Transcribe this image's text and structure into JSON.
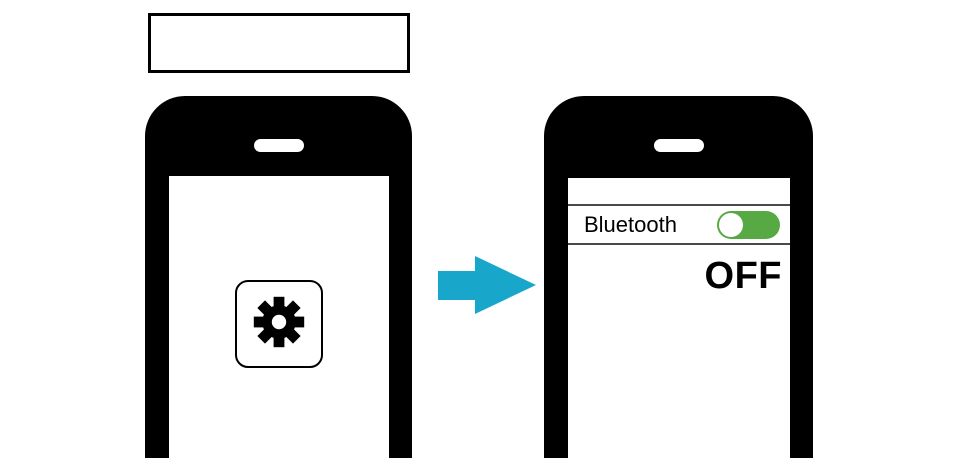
{
  "diagram": {
    "caption_box": {
      "text": ""
    },
    "left_phone": {
      "description": "phone displaying a settings (gear) app button",
      "app_icon": "gear-icon"
    },
    "arrow": {
      "direction": "right",
      "color": "#18A7CB"
    },
    "right_phone": {
      "bluetooth_row": {
        "label": "Bluetooth",
        "toggle_knob_position": "left",
        "toggle_color": "#57A944"
      },
      "status_text": "OFF"
    },
    "colors": {
      "phone_body": "#000000",
      "screen": "#FFFFFF",
      "separator": "#4A4A4A",
      "toggle_green": "#57A944",
      "arrow_cyan": "#18A7CB"
    }
  }
}
